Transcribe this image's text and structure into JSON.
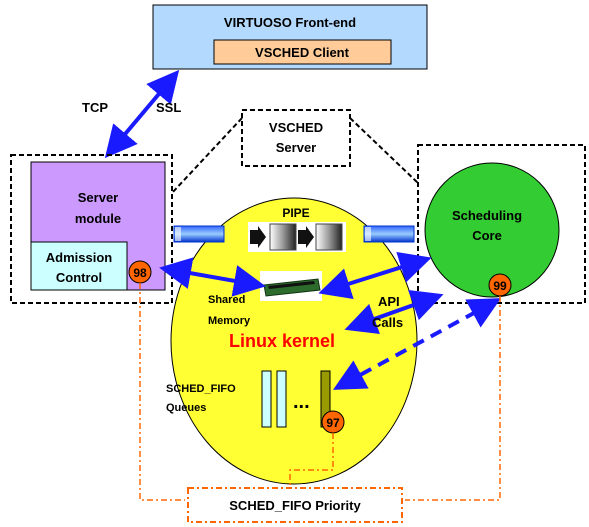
{
  "frontend": {
    "title": "VIRTUOSO Front-end",
    "client": "VSCHED Client"
  },
  "links": {
    "tcp": "TCP",
    "ssl": "SSL"
  },
  "vsched_server": {
    "line1": "VSCHED",
    "line2": "Server"
  },
  "server_module": {
    "line1": "Server",
    "line2": "module"
  },
  "admission": {
    "line1": "Admission",
    "line2": "Control"
  },
  "pipe": {
    "label": "PIPE"
  },
  "scheduling_core": {
    "line1": "Scheduling",
    "line2": "Core"
  },
  "shared_memory": {
    "line1": "Shared",
    "line2": "Memory"
  },
  "api": {
    "line1": "API",
    "line2": "Calls"
  },
  "kernel": {
    "label": "Linux kernel"
  },
  "queues": {
    "line1": "SCHED_FIFO",
    "line2": "Queues",
    "dots": "..."
  },
  "priorities": {
    "admission": "98",
    "core": "99",
    "queue": "97"
  },
  "priority_box": {
    "label": "SCHED_FIFO Priority"
  },
  "colors": {
    "frontend_fill": "#b3d9ff",
    "client_fill": "#ffcc99",
    "server_module_fill": "#cc99ff",
    "admission_fill": "#ccffff",
    "kernel_fill": "#ffff33",
    "core_fill": "#33cc33",
    "priority_badge": "#ff6600",
    "arrow_blue": "#1a1aff",
    "kernel_text": "#ff0000"
  }
}
